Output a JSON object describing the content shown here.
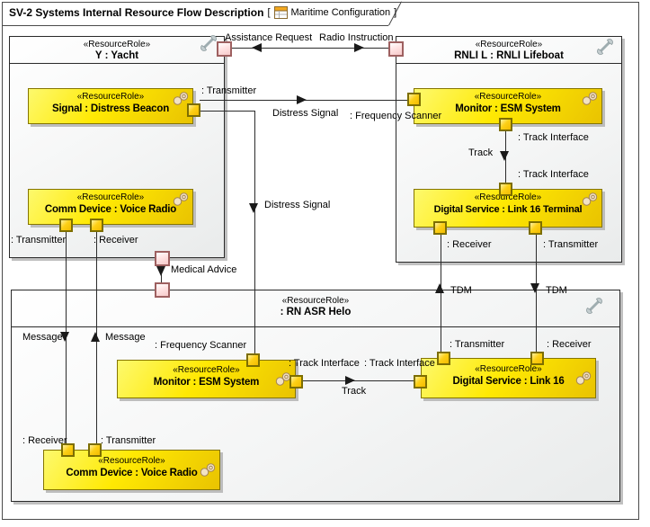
{
  "header": {
    "title": "SV-2 Systems Internal Resource Flow Description",
    "bracket_open": "[",
    "context": "Maritime Configuration",
    "bracket_close": "]"
  },
  "stereotype": "«ResourceRole»",
  "containers": {
    "yacht": {
      "name": "Y : Yacht"
    },
    "lifeboat": {
      "name": "RNLI L : RNLI Lifeboat"
    },
    "helo": {
      "name": ": RN ASR Helo"
    }
  },
  "blocks": {
    "beacon": {
      "name": "Signal : Distress Beacon"
    },
    "yacht_radio": {
      "name": "Comm Device : Voice Radio"
    },
    "lifeboat_esm": {
      "name": "Monitor : ESM System"
    },
    "link16_terminal": {
      "name": "Digital Service : Link 16 Terminal"
    },
    "helo_esm": {
      "name": "Monitor : ESM System"
    },
    "link16": {
      "name": "Digital Service : Link 16"
    },
    "helo_radio": {
      "name": "Comm Device : Voice Radio"
    }
  },
  "ports": {
    "beacon_transmitter": ": Transmitter",
    "yacht_radio_transmitter": ": Transmitter",
    "yacht_radio_receiver": ": Receiver",
    "lifeboat_esm_frequency_scanner": ": Frequency Scanner",
    "lifeboat_esm_track_interface": ": Track Interface",
    "terminal_track_interface": ": Track Interface",
    "terminal_receiver": ": Receiver",
    "terminal_transmitter": ": Transmitter",
    "helo_esm_frequency_scanner": ": Frequency Scanner",
    "helo_esm_track_interface": ": Track Interface",
    "link16_track_interface": ": Track Interface",
    "link16_transmitter": ": Transmitter",
    "link16_receiver": ": Receiver",
    "helo_radio_receiver": ": Receiver",
    "helo_radio_transmitter": ": Transmitter"
  },
  "flows": {
    "assistance_request": "Assistance Request",
    "radio_instruction": "Radio Instruction",
    "distress_signal_to_lifeboat": "Distress Signal",
    "distress_signal_to_helo": "Distress Signal",
    "track_lifeboat": "Track",
    "track_helo": "Track",
    "medical_advice": "Medical Advice",
    "message_to_helo": "Message",
    "message_to_yacht": "Message",
    "tdm_up": "TDM",
    "tdm_down": "TDM"
  },
  "colors": {
    "block_fill": "#ffe703",
    "block_border": "#857500",
    "pink_port_fill": "#f6caca",
    "pink_port_border": "#9e6060",
    "line": "#2b2b2b",
    "shadow": "#c0c0c0"
  }
}
